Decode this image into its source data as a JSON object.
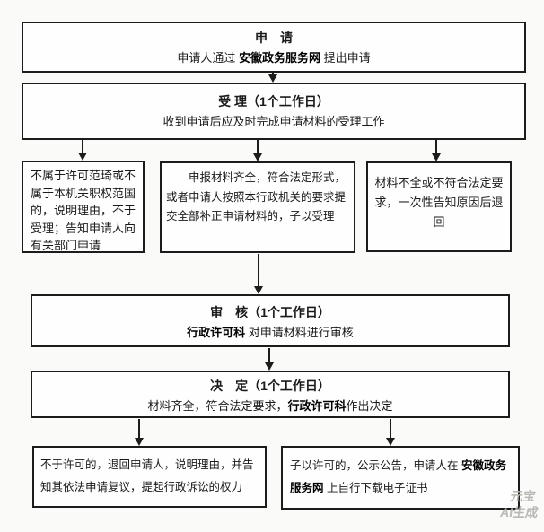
{
  "colors": {
    "background": "#fafaf8",
    "box_border": "#1c1c1c",
    "text": "#1a1a1a",
    "watermark": "#b5b2ad"
  },
  "flow": {
    "apply": {
      "title": "申　请",
      "desc_pre": "申请人通过 ",
      "desc_bold": "安徽政务服务网",
      "desc_post": " 提出申请"
    },
    "accept": {
      "title": "受 理（1个工作日）",
      "desc": "收到申请后应及时完成申请材料的受理工作"
    },
    "branch_reject": {
      "text": "不属于许可范琦或不属于本机关职权范国的，说明理由，不于受理；告知申请人向有关部门申请"
    },
    "branch_accept": {
      "text": "申报材料齐全，符合法定形式，或者申请人按照本行政机关的要求提交全部补正申请材料的，子以受理"
    },
    "branch_return": {
      "text": "材料不全或不符合法定要求，一次性告知原因后退回"
    },
    "review": {
      "title": "审　核（1个工作日）",
      "desc_bold": "行政许可科",
      "desc_post": " 对申请材料进行审核"
    },
    "decision": {
      "title": "决　定（1个工作日）",
      "desc_pre": "材料齐全，符合法定要求，",
      "desc_bold": "行政许可科",
      "desc_post": "作出决定"
    },
    "deny": {
      "text": "不于许可的，退回申请人，说明理由，并告知其依法申请复议，提起行政诉讼的权力"
    },
    "grant": {
      "pre": "子以许可的，公示公告，申请人在 ",
      "bold": "安徽政务服务网",
      "post": " 上自行下载电子证书"
    }
  },
  "watermark": {
    "line1": "元宝",
    "line2": "AI生成"
  }
}
